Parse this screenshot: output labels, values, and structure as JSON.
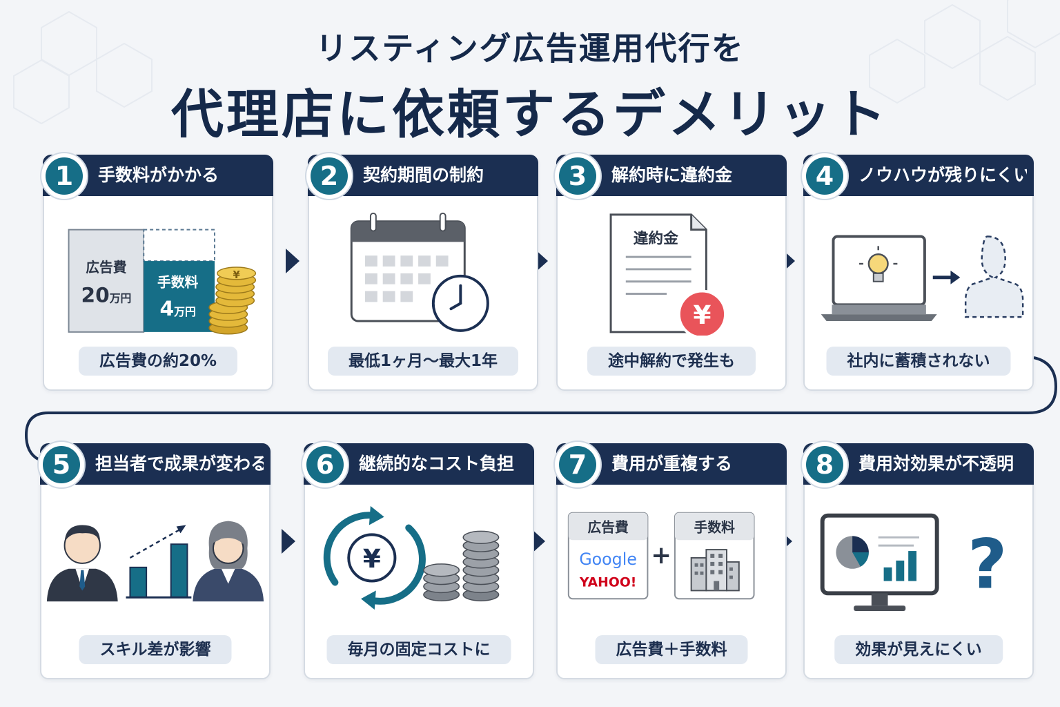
{
  "title": {
    "line1": "リスティング広告運用代行を",
    "line2": "代理店に依頼するデメリット"
  },
  "colors": {
    "navy": "#1b2f52",
    "teal": "#166e87",
    "pill_bg": "#e3e9f1",
    "red_yen": "#e9545a",
    "coin_gold": "#e4b93a"
  },
  "cards": [
    {
      "number": "1",
      "title": "手数料がかかる",
      "pill": "広告費の約20%",
      "illustration": {
        "ad_label": "広告費",
        "ad_amount": "20",
        "ad_unit": "万円",
        "fee_label": "手数料",
        "fee_amount": "4",
        "fee_unit": "万円",
        "coin_symbol": "¥"
      }
    },
    {
      "number": "2",
      "title": "契約期間の制約",
      "pill": "最低1ヶ月〜最大1年",
      "illustration": {
        "icon": "calendar-clock-icon"
      }
    },
    {
      "number": "3",
      "title": "解約時に違約金",
      "pill": "途中解約で発生も",
      "illustration": {
        "doc_label": "違約金",
        "badge_symbol": "¥"
      }
    },
    {
      "number": "4",
      "title": "ノウハウが残りにくい",
      "pill": "社内に蓄積されない",
      "illustration": {
        "icon": "laptop-lightbulb-icon"
      }
    },
    {
      "number": "5",
      "title": "担当者で成果が変わる",
      "pill": "スキル差が影響",
      "illustration": {
        "icon": "people-bar-chart-icon"
      }
    },
    {
      "number": "6",
      "title": "継続的なコスト負担",
      "pill": "毎月の固定コストに",
      "illustration": {
        "cycle_symbol": "¥"
      }
    },
    {
      "number": "7",
      "title": "費用が重複する",
      "pill": "広告費＋手数料",
      "illustration": {
        "left_label": "広告費",
        "brand1": "Google",
        "brand2": "YAHOO!",
        "plus": "+",
        "right_label": "手数料"
      }
    },
    {
      "number": "8",
      "title": "費用対効果が不透明",
      "pill": "効果が見えにくい",
      "illustration": {
        "mark": "?"
      }
    }
  ]
}
